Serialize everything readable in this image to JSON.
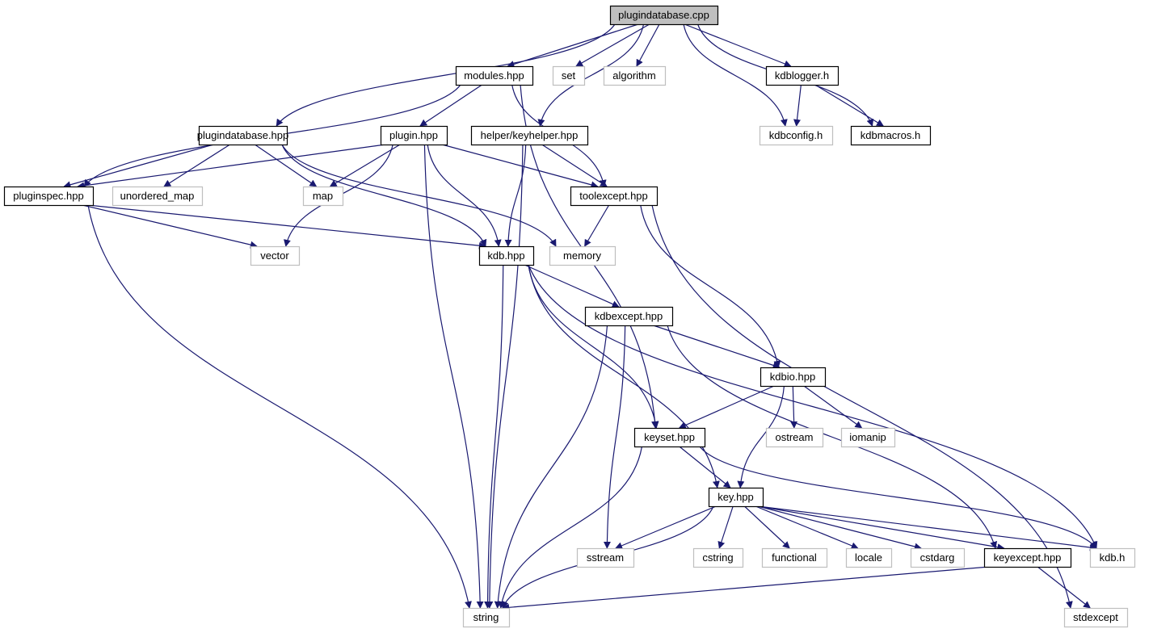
{
  "colors": {
    "edge": "#191970",
    "root_fill": "#bfbfbf",
    "doc_border": "#000000",
    "ext_border": "#bfbfbf"
  },
  "nodes": [
    {
      "id": "cpp",
      "label": "plugindatabase.cpp",
      "kind": "root"
    },
    {
      "id": "modules",
      "label": "modules.hpp",
      "kind": "doc"
    },
    {
      "id": "set",
      "label": "set",
      "kind": "ext"
    },
    {
      "id": "algorithm",
      "label": "algorithm",
      "kind": "ext"
    },
    {
      "id": "kdblogger",
      "label": "kdblogger.h",
      "kind": "doc"
    },
    {
      "id": "pdbhpp",
      "label": "plugindatabase.hpp",
      "kind": "doc"
    },
    {
      "id": "plugin",
      "label": "plugin.hpp",
      "kind": "doc"
    },
    {
      "id": "keyhelper",
      "label": "helper/keyhelper.hpp",
      "kind": "doc"
    },
    {
      "id": "kdbconfig",
      "label": "kdbconfig.h",
      "kind": "ext"
    },
    {
      "id": "kdbmacros",
      "label": "kdbmacros.h",
      "kind": "doc"
    },
    {
      "id": "pluginspec",
      "label": "pluginspec.hpp",
      "kind": "doc"
    },
    {
      "id": "unordered_map",
      "label": "unordered_map",
      "kind": "ext"
    },
    {
      "id": "map",
      "label": "map",
      "kind": "ext"
    },
    {
      "id": "toolexcept",
      "label": "toolexcept.hpp",
      "kind": "doc"
    },
    {
      "id": "vector",
      "label": "vector",
      "kind": "ext"
    },
    {
      "id": "kdbhpp",
      "label": "kdb.hpp",
      "kind": "doc"
    },
    {
      "id": "memory",
      "label": "memory",
      "kind": "ext"
    },
    {
      "id": "kdbexcept",
      "label": "kdbexcept.hpp",
      "kind": "doc"
    },
    {
      "id": "kdbio",
      "label": "kdbio.hpp",
      "kind": "doc"
    },
    {
      "id": "keyset",
      "label": "keyset.hpp",
      "kind": "doc"
    },
    {
      "id": "ostream",
      "label": "ostream",
      "kind": "ext"
    },
    {
      "id": "iomanip",
      "label": "iomanip",
      "kind": "ext"
    },
    {
      "id": "key",
      "label": "key.hpp",
      "kind": "doc"
    },
    {
      "id": "sstream",
      "label": "sstream",
      "kind": "ext"
    },
    {
      "id": "cstring",
      "label": "cstring",
      "kind": "ext"
    },
    {
      "id": "functional",
      "label": "functional",
      "kind": "ext"
    },
    {
      "id": "locale",
      "label": "locale",
      "kind": "ext"
    },
    {
      "id": "cstdarg",
      "label": "cstdarg",
      "kind": "ext"
    },
    {
      "id": "keyexcept",
      "label": "keyexcept.hpp",
      "kind": "doc"
    },
    {
      "id": "kdbh",
      "label": "kdb.h",
      "kind": "ext"
    },
    {
      "id": "string",
      "label": "string",
      "kind": "ext"
    },
    {
      "id": "stdexcept",
      "label": "stdexcept",
      "kind": "ext"
    }
  ],
  "edges": [
    [
      "cpp",
      "pdbhpp"
    ],
    [
      "cpp",
      "modules"
    ],
    [
      "cpp",
      "set"
    ],
    [
      "cpp",
      "algorithm"
    ],
    [
      "cpp",
      "keyhelper"
    ],
    [
      "cpp",
      "kdbconfig"
    ],
    [
      "cpp",
      "kdblogger"
    ],
    [
      "cpp",
      "kdbmacros"
    ],
    [
      "modules",
      "pluginspec"
    ],
    [
      "modules",
      "plugin"
    ],
    [
      "modules",
      "toolexcept"
    ],
    [
      "modules",
      "keyset"
    ],
    [
      "pdbhpp",
      "pluginspec"
    ],
    [
      "pdbhpp",
      "unordered_map"
    ],
    [
      "pdbhpp",
      "map"
    ],
    [
      "pdbhpp",
      "kdbhpp"
    ],
    [
      "pdbhpp",
      "memory"
    ],
    [
      "plugin",
      "pluginspec"
    ],
    [
      "plugin",
      "map"
    ],
    [
      "plugin",
      "vector"
    ],
    [
      "plugin",
      "string"
    ],
    [
      "plugin",
      "kdbhpp"
    ],
    [
      "plugin",
      "toolexcept"
    ],
    [
      "keyhelper",
      "string"
    ],
    [
      "keyhelper",
      "kdbhpp"
    ],
    [
      "keyhelper",
      "toolexcept"
    ],
    [
      "kdblogger",
      "kdbconfig"
    ],
    [
      "kdblogger",
      "kdbmacros"
    ],
    [
      "pluginspec",
      "string"
    ],
    [
      "pluginspec",
      "vector"
    ],
    [
      "pluginspec",
      "kdbhpp"
    ],
    [
      "toolexcept",
      "memory"
    ],
    [
      "toolexcept",
      "kdbio"
    ],
    [
      "toolexcept",
      "stdexcept"
    ],
    [
      "kdbhpp",
      "string"
    ],
    [
      "kdbhpp",
      "kdbexcept"
    ],
    [
      "kdbhpp",
      "keyset"
    ],
    [
      "kdbhpp",
      "key"
    ],
    [
      "kdbhpp",
      "kdbh"
    ],
    [
      "kdbexcept",
      "string"
    ],
    [
      "kdbexcept",
      "sstream"
    ],
    [
      "kdbexcept",
      "kdbio"
    ],
    [
      "kdbexcept",
      "keyexcept"
    ],
    [
      "kdbio",
      "keyset"
    ],
    [
      "kdbio",
      "key"
    ],
    [
      "kdbio",
      "ostream"
    ],
    [
      "kdbio",
      "iomanip"
    ],
    [
      "keyset",
      "key"
    ],
    [
      "keyset",
      "string"
    ],
    [
      "keyset",
      "kdbh"
    ],
    [
      "key",
      "sstream"
    ],
    [
      "key",
      "string"
    ],
    [
      "key",
      "cstring"
    ],
    [
      "key",
      "functional"
    ],
    [
      "key",
      "locale"
    ],
    [
      "key",
      "cstdarg"
    ],
    [
      "key",
      "keyexcept"
    ],
    [
      "key",
      "kdbh"
    ],
    [
      "keyexcept",
      "string"
    ],
    [
      "keyexcept",
      "stdexcept"
    ]
  ]
}
